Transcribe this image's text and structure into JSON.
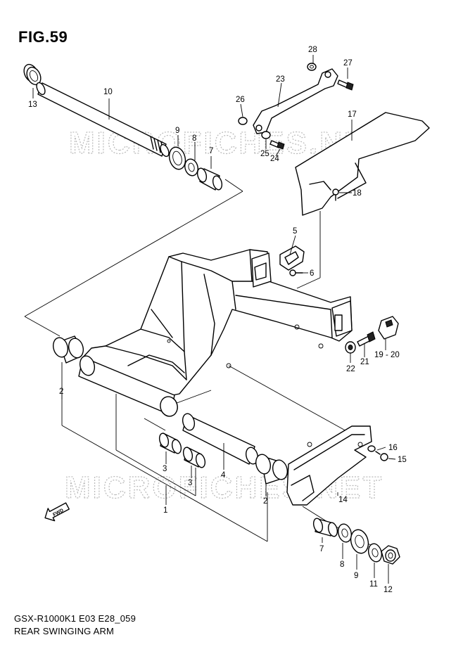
{
  "figure": {
    "title": "FIG.59"
  },
  "watermark": {
    "text": "MICROFICHES.NET"
  },
  "footer": {
    "model": "GSX-R1000K1 E03 E28_059",
    "caption": "REAR SWINGING ARM"
  },
  "direction": {
    "label": "FWD"
  },
  "callouts": {
    "c1": "1",
    "c2a": "2",
    "c2b": "2",
    "c3a": "3",
    "c3b": "3",
    "c4": "4",
    "c5": "5",
    "c6": "6",
    "c7a": "7",
    "c7b": "7",
    "c8a": "8",
    "c8b": "8",
    "c9a": "9",
    "c9b": "9",
    "c10": "10",
    "c11": "11",
    "c12": "12",
    "c13": "13",
    "c14": "14",
    "c15": "15",
    "c16": "16",
    "c17": "17",
    "c18": "18",
    "c1920": "19 - 20",
    "c21": "21",
    "c22": "22",
    "c23": "23",
    "c24": "24",
    "c25": "25",
    "c26": "26",
    "c27": "27",
    "c28": "28"
  }
}
